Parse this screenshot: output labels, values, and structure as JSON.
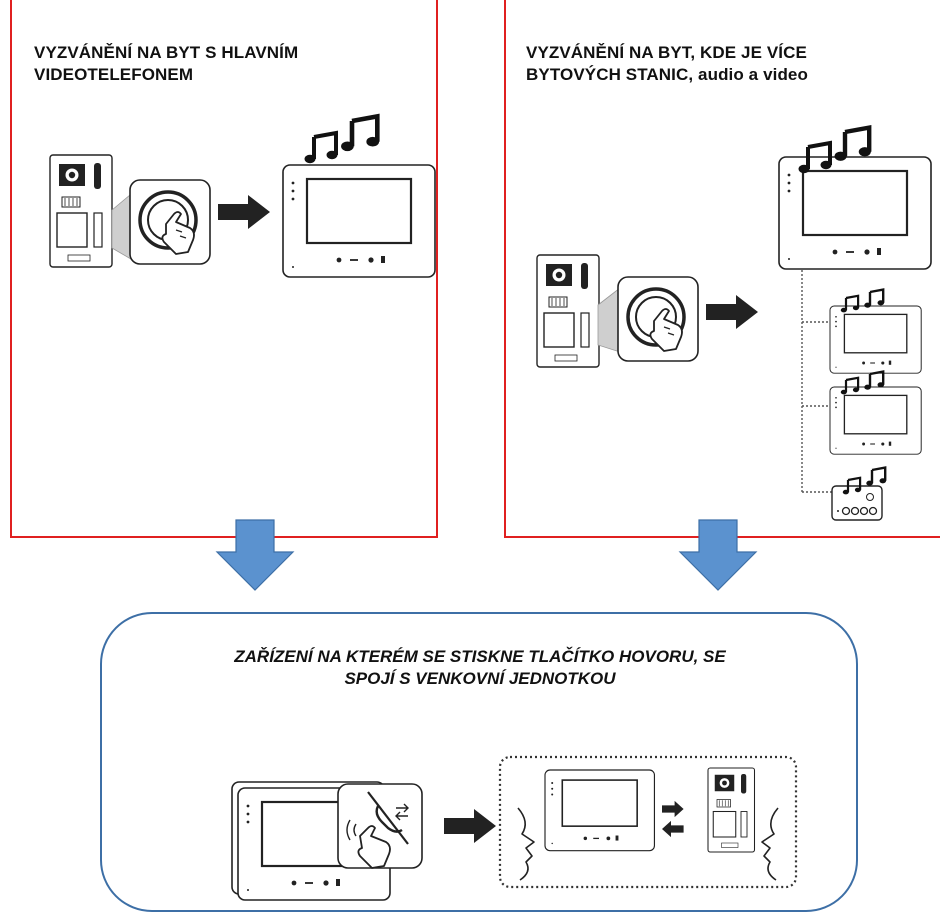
{
  "left_panel": {
    "title_line1": "VYZVÁNĚNÍ NA BYT S HLAVNÍM",
    "title_line2": "VIDEOTELEFONEM"
  },
  "right_panel": {
    "title_line1": "VYZVÁNĚNÍ NA BYT, KDE JE VÍCE",
    "title_line2": "BYTOVÝCH STANIC, audio a video"
  },
  "result": {
    "title_line1": "ZAŘÍZENÍ NA KTERÉM SE STISKNE TLAČÍTKO HOVORU, SE",
    "title_line2": "SPOJÍ S VENKOVNÍ JEDNOTKOU"
  },
  "colors": {
    "panel_border": "#e02020",
    "flow_arrow": "#5b92cf",
    "result_border": "#3d6fa6"
  },
  "icons": [
    "music-note-icon",
    "call-button-icon",
    "finger-press-icon",
    "speaking-face-icon",
    "exchange-arrows-icon"
  ]
}
